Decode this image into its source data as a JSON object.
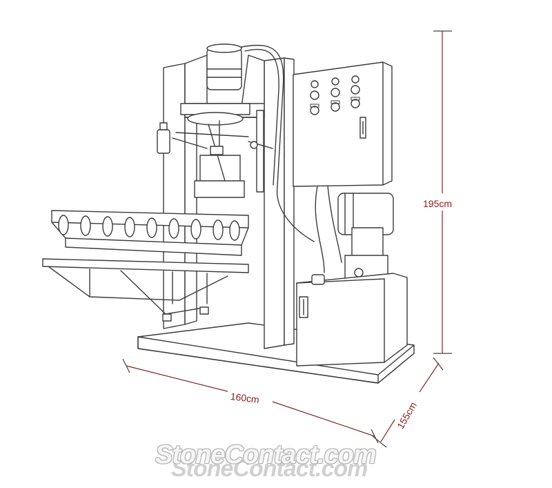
{
  "dimensions": {
    "height": "195cm",
    "width": "160cm",
    "depth": "155cm"
  },
  "watermark": "StoneContact.com"
}
